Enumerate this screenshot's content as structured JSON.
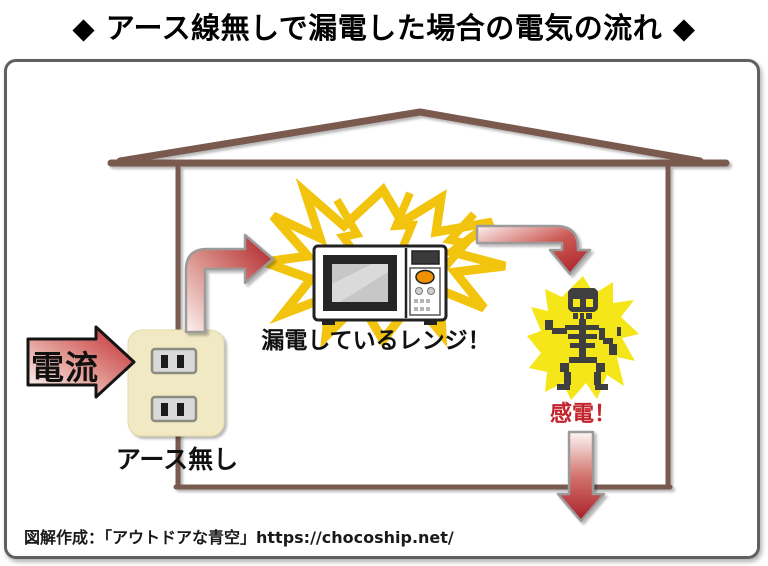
{
  "title": "◆ アース線無しで漏電した場合の電気の流れ ◆",
  "diagram": {
    "current_label": "電流",
    "outlet_label": "アース無し",
    "microwave_label": "漏電しているレンジ！",
    "shock_label": "感電！"
  },
  "footer": {
    "attribution": "図解作成：「アウトドアな青空」https://chocoship.net/"
  },
  "colors": {
    "house_brown": "#7a5a50",
    "outlet_cream": "#f1e9c3",
    "socket_gray": "#d9d9d9",
    "burst_gold": "#f2c40e",
    "burst_lemon": "#f5e619",
    "skeleton_gray": "#3f3f3f",
    "arrow_red": "#b02025",
    "arrow_pink": "#fcf1ef",
    "shock_red": "#c3232b",
    "panel_border": "#606060"
  }
}
